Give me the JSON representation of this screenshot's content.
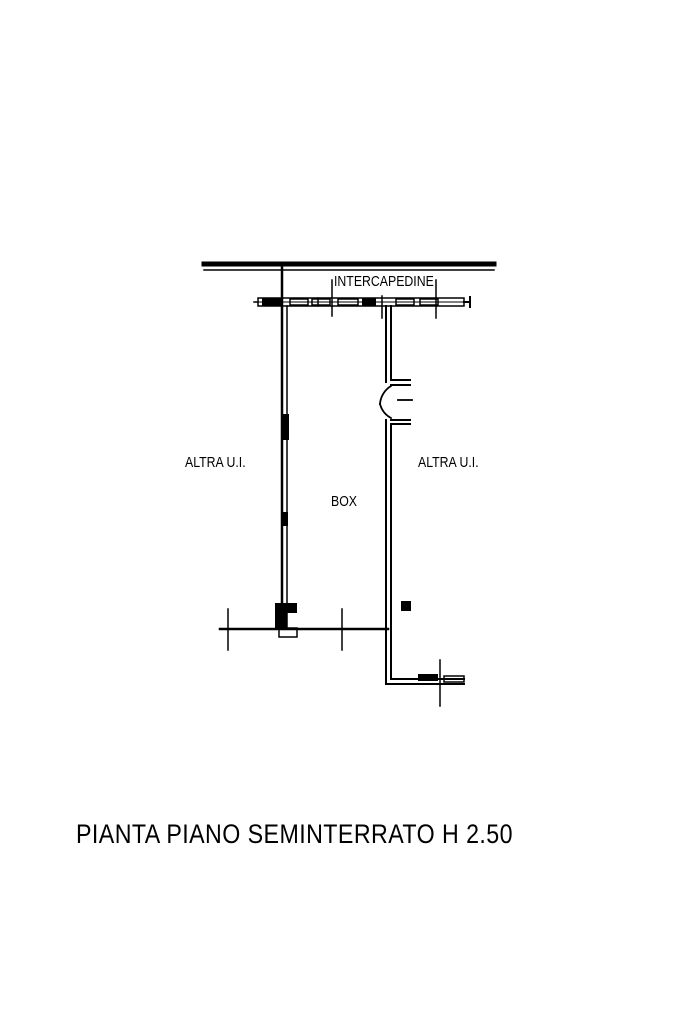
{
  "drawing": {
    "stroke_color": "#000000",
    "background_color": "#ffffff"
  },
  "labels": {
    "intercapedine": "INTERCAPEDINE",
    "left_unit": "ALTRA U.I.",
    "right_unit": "ALTRA U.I.",
    "box": "BOX"
  },
  "title": "PIANTA PIANO SEMINTERRATO H 2.50"
}
